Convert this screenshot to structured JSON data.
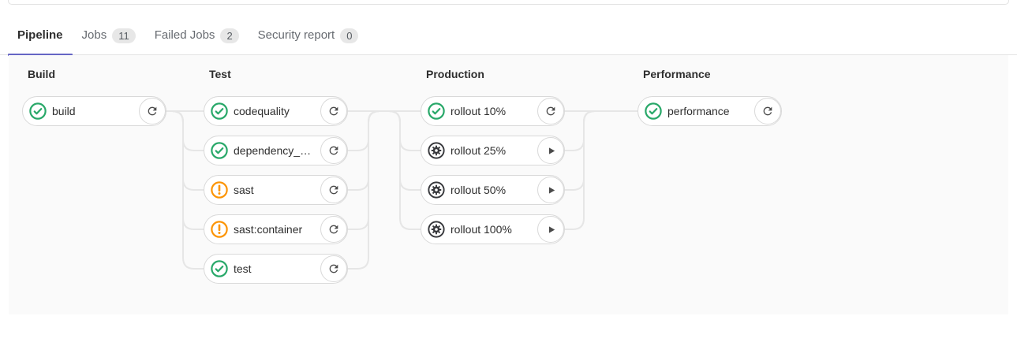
{
  "tabs": [
    {
      "label": "Pipeline",
      "badge": null,
      "active": true
    },
    {
      "label": "Jobs",
      "badge": "11",
      "active": false
    },
    {
      "label": "Failed Jobs",
      "badge": "2",
      "active": false
    },
    {
      "label": "Security report",
      "badge": "0",
      "active": false
    }
  ],
  "colors": {
    "success": "#28a869",
    "warning": "#fc9403",
    "manual": "#37383c",
    "action_glyph": "#4a4a4a",
    "tab_active_indicator": "#6666c4",
    "connector": "#e6e6e6",
    "graph_background": "#fafafa"
  },
  "stages": [
    {
      "title": "Build",
      "jobs": [
        {
          "name": "build",
          "status": "success",
          "action": "retry"
        }
      ]
    },
    {
      "title": "Test",
      "jobs": [
        {
          "name": "codequality",
          "status": "success",
          "action": "retry"
        },
        {
          "name": "dependency_s...",
          "status": "success",
          "action": "retry"
        },
        {
          "name": "sast",
          "status": "warning",
          "action": "retry"
        },
        {
          "name": "sast:container",
          "status": "warning",
          "action": "retry"
        },
        {
          "name": "test",
          "status": "success",
          "action": "retry"
        }
      ]
    },
    {
      "title": "Production",
      "jobs": [
        {
          "name": "rollout 10%",
          "status": "success",
          "action": "retry"
        },
        {
          "name": "rollout 25%",
          "status": "manual",
          "action": "play"
        },
        {
          "name": "rollout 50%",
          "status": "manual",
          "action": "play"
        },
        {
          "name": "rollout 100%",
          "status": "manual",
          "action": "play"
        }
      ]
    },
    {
      "title": "Performance",
      "jobs": [
        {
          "name": "performance",
          "status": "success",
          "action": "retry"
        }
      ]
    }
  ]
}
